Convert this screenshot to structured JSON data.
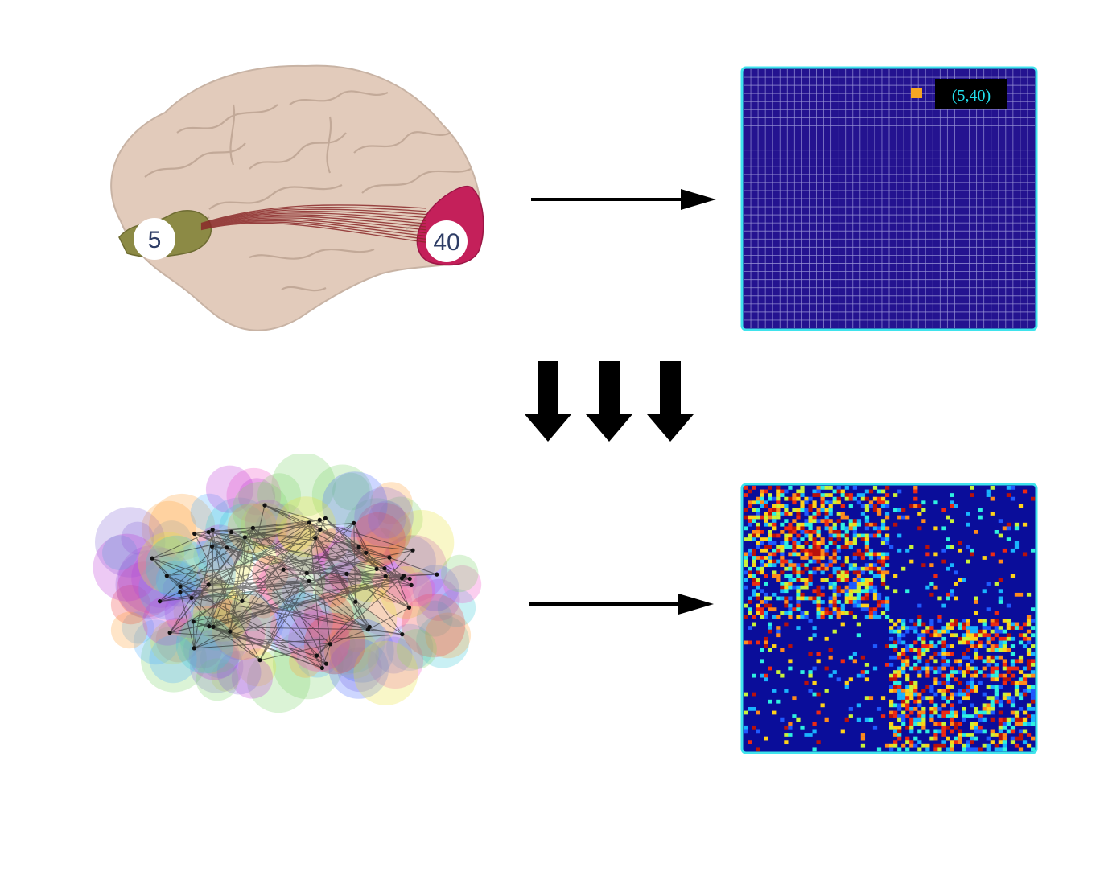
{
  "top_brain": {
    "region_a_label": "5",
    "region_b_label": "40",
    "cortex_color": "#e2cbbb",
    "region_a_color": "#8c8a45",
    "region_b_color": "#c4205a",
    "tract_color": "#8a2a2a"
  },
  "top_matrix": {
    "background": "#241390",
    "grid_color": "#9b97d8",
    "border_color": "#3fe3ec",
    "marker_color": "#f5a623",
    "tooltip_text": "(5,40)",
    "grid_size": 40
  },
  "bottom_matrix": {
    "background": "#0a0d9a",
    "border_color": "#3fe3ec",
    "size": 72,
    "palette": [
      "#1f5bff",
      "#19b3ff",
      "#2ef0e0",
      "#c9f23a",
      "#ffd21a",
      "#ff8a1c",
      "#ee2a12",
      "#b8120c"
    ]
  },
  "arrows": {
    "color": "#000000",
    "down_count": 3
  }
}
